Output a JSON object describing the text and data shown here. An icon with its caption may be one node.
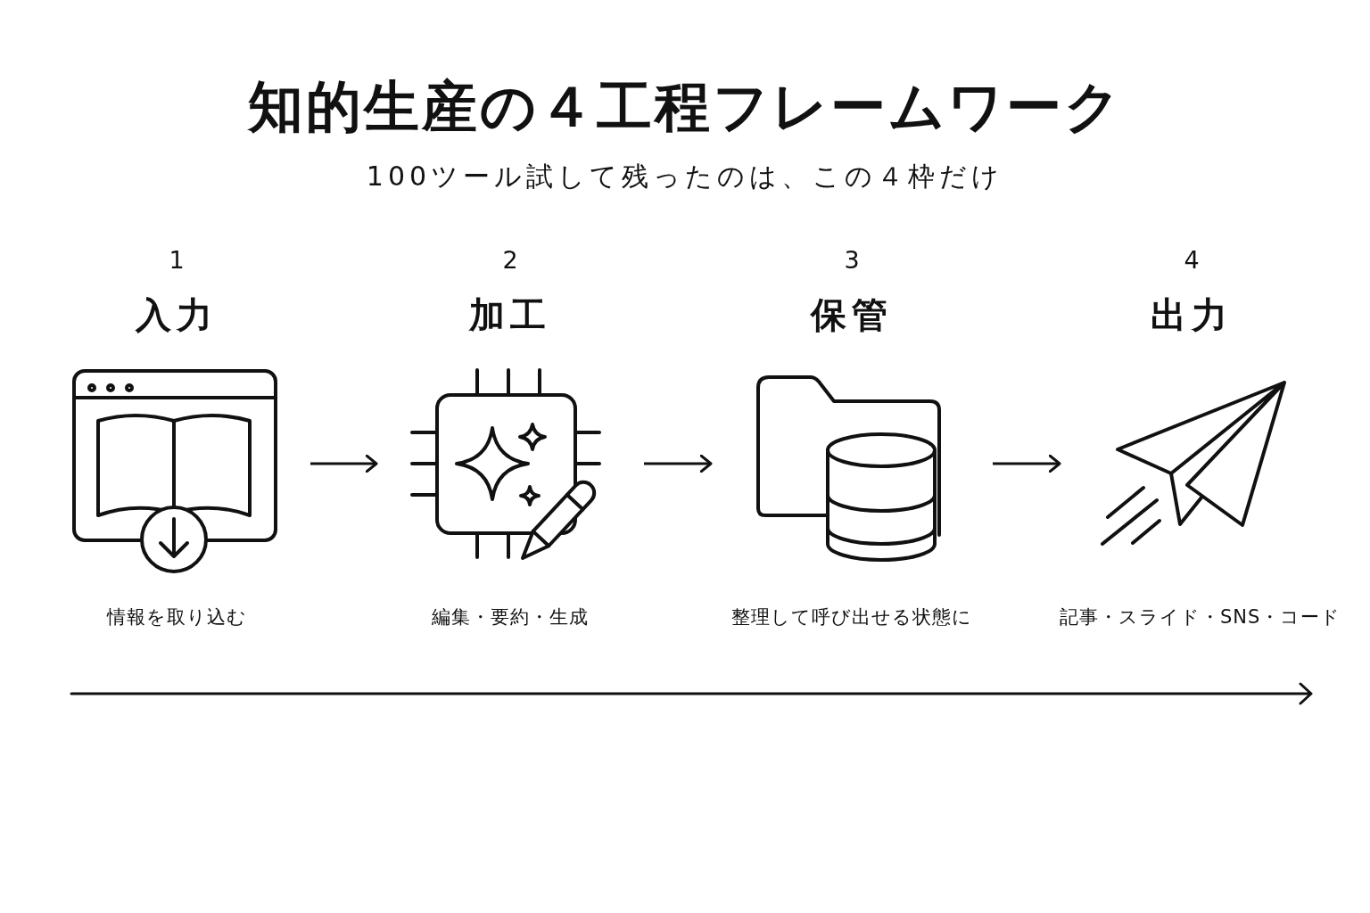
{
  "diagram": {
    "title": "知的生産の４工程フレームワーク",
    "nodes": [
      {
        "text": [
          "1",
          "入力"
        ],
        "beside": [
          "情報を取り込む"
        ]
      },
      {
        "text": [
          "2",
          "加工"
        ],
        "beside": [
          "編集・要約・生成"
        ]
      },
      {
        "text": [
          "3",
          "保管"
        ],
        "beside": [
          "整理して呼び出せる状態に"
        ]
      },
      {
        "text": [
          "4",
          "出力"
        ],
        "beside": [
          "記事・スライド・SNS・コード"
        ]
      }
    ],
    "edges": [
      {
        "from": 0,
        "to": 1,
        "arrow": "to"
      },
      {
        "from": 1,
        "to": 2,
        "arrow": "to"
      },
      {
        "from": 2,
        "to": 3,
        "arrow": "to"
      }
    ],
    "labels": [
      "100ツール試して残ったのは、この４枠だけ"
    ]
  }
}
